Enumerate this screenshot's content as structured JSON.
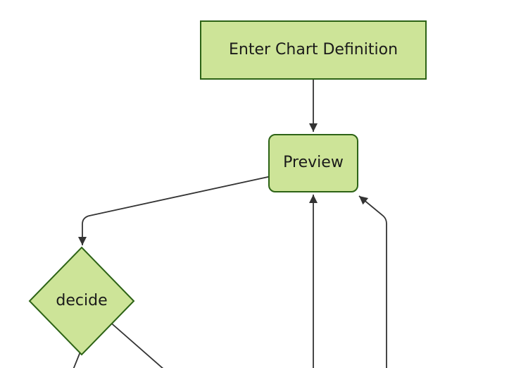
{
  "diagram": {
    "type": "flowchart",
    "direction": "top-down",
    "background": "#ffffff",
    "colors": {
      "background": "#ffffff",
      "node_fill": "#cde498",
      "node_border": "#2d6316",
      "edge": "#333333",
      "text": "#1a1a1a"
    },
    "nodes": [
      {
        "id": "enter-chart-definition",
        "label": "Enter Chart Definition",
        "shape": "rectangle"
      },
      {
        "id": "preview",
        "label": "Preview",
        "shape": "rounded-rectangle"
      },
      {
        "id": "decide",
        "label": "decide",
        "shape": "diamond"
      }
    ],
    "edges": [
      {
        "from": "enter-chart-definition",
        "to": "preview",
        "arrow": true
      },
      {
        "from": "preview",
        "to": "decide",
        "arrow": true
      },
      {
        "from": "decide",
        "to": "offscreen-bottom-left",
        "arrow": false
      },
      {
        "from": "decide",
        "to": "offscreen-bottom-right",
        "arrow": false
      },
      {
        "from": "offscreen-bottom-center",
        "to": "preview",
        "arrow": true
      },
      {
        "from": "offscreen-bottom-right",
        "to": "preview",
        "arrow": true
      }
    ]
  }
}
